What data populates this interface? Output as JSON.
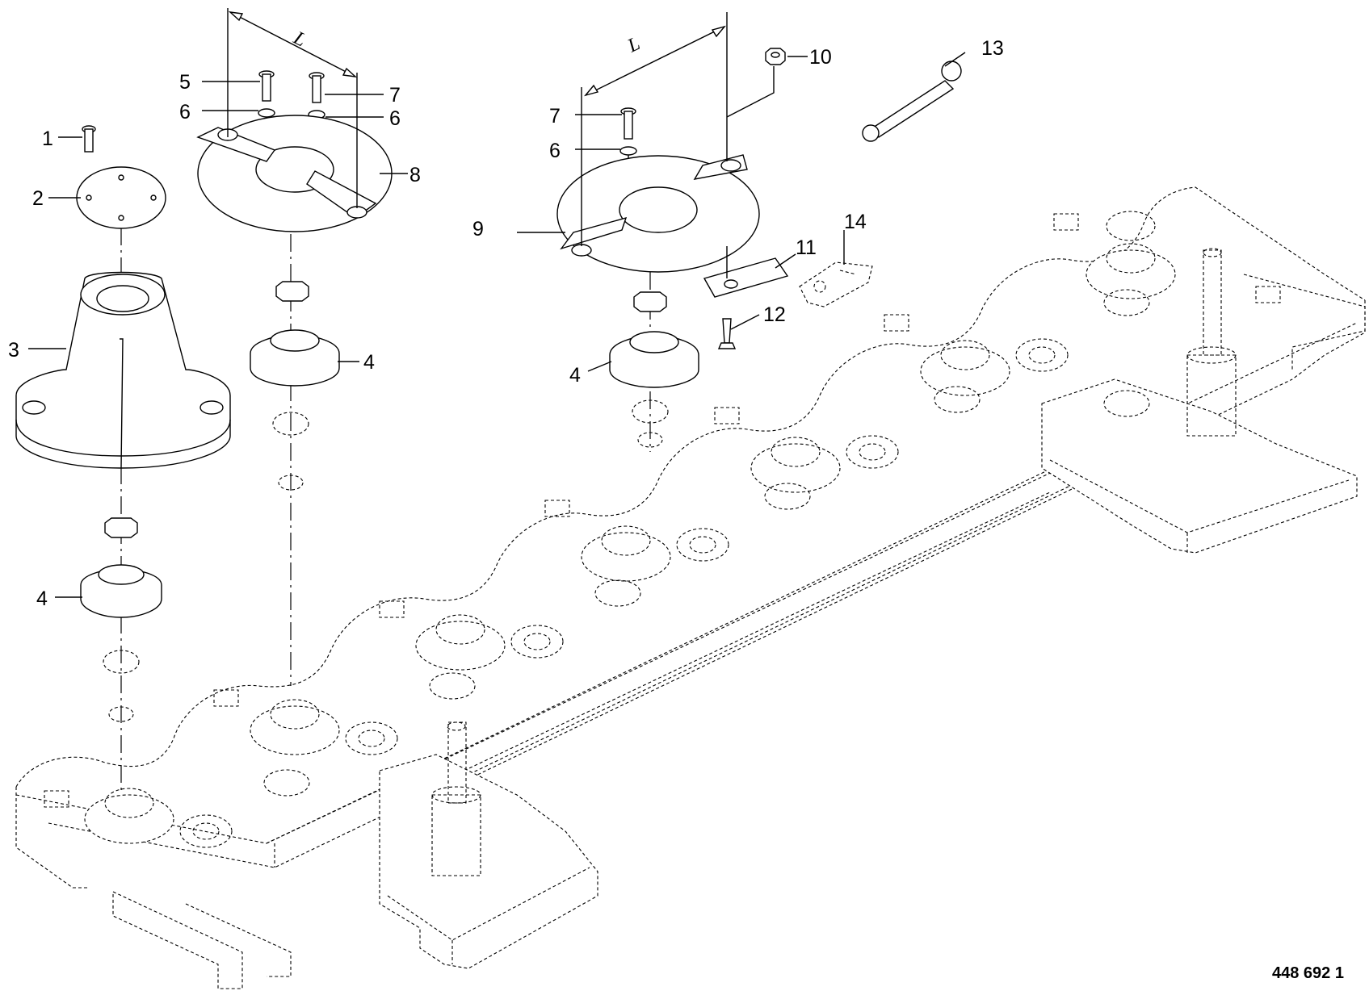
{
  "diagram": {
    "callouts": [
      {
        "id": "c1",
        "label": "1"
      },
      {
        "id": "c2",
        "label": "2"
      },
      {
        "id": "c3",
        "label": "3"
      },
      {
        "id": "c4a",
        "label": "4"
      },
      {
        "id": "c4b",
        "label": "4"
      },
      {
        "id": "c4c",
        "label": "4"
      },
      {
        "id": "c5",
        "label": "5"
      },
      {
        "id": "c6a",
        "label": "6"
      },
      {
        "id": "c6b",
        "label": "6"
      },
      {
        "id": "c6c",
        "label": "6"
      },
      {
        "id": "c7a",
        "label": "7"
      },
      {
        "id": "c7b",
        "label": "7"
      },
      {
        "id": "c8",
        "label": "8"
      },
      {
        "id": "c9",
        "label": "9"
      },
      {
        "id": "c10",
        "label": "10"
      },
      {
        "id": "c11",
        "label": "11"
      },
      {
        "id": "c12",
        "label": "12"
      },
      {
        "id": "c13",
        "label": "13"
      },
      {
        "id": "c14",
        "label": "14"
      }
    ],
    "dimensions": [
      {
        "id": "dim1",
        "label": "L"
      },
      {
        "id": "dim2",
        "label": "L"
      }
    ],
    "drawing_number": "448 692 1",
    "colors": {
      "ink": "#000000",
      "paper": "#ffffff"
    }
  }
}
